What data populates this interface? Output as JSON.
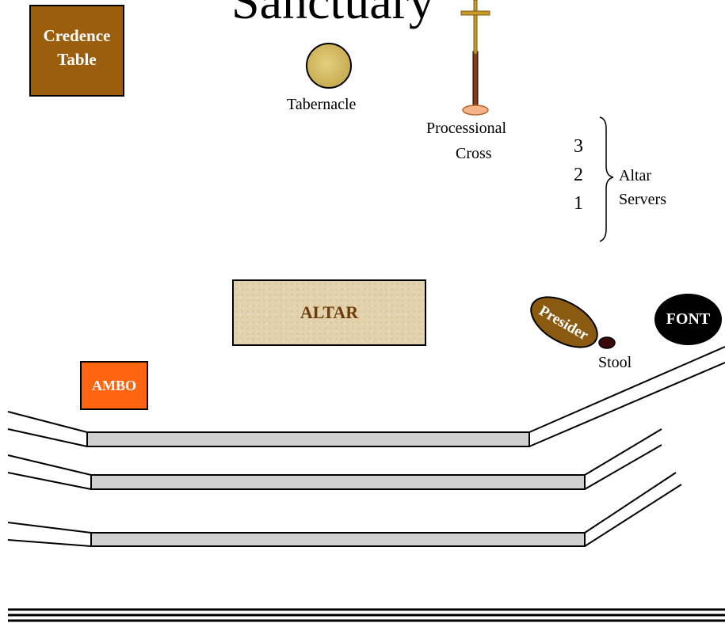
{
  "title": "Sanctuary",
  "credence_table": {
    "line1": "Credence",
    "line2": "Table"
  },
  "tabernacle": {
    "label": "Tabernacle"
  },
  "processional_cross": {
    "line1": "Processional",
    "line2": "Cross"
  },
  "altar_servers": {
    "numbers": [
      "3",
      "2",
      "1"
    ],
    "line1": "Altar",
    "line2": "Servers"
  },
  "altar": {
    "label": "ALTAR"
  },
  "presider": {
    "label": "Presider"
  },
  "stool": {
    "label": "Stool"
  },
  "font": {
    "label": "FONT"
  },
  "ambo": {
    "label": "AMBO"
  },
  "colors": {
    "credence": "#9a5e0d",
    "tabernacle": "#c8ad52",
    "cross": "#c89a2a",
    "staff": "#8b3a12",
    "altar": "#e2d2ad",
    "altar_text": "#6e3c0a",
    "presider": "#8a5a10",
    "ambo": "#ff6410",
    "font": "#000000",
    "step": "#d0d0d0"
  }
}
